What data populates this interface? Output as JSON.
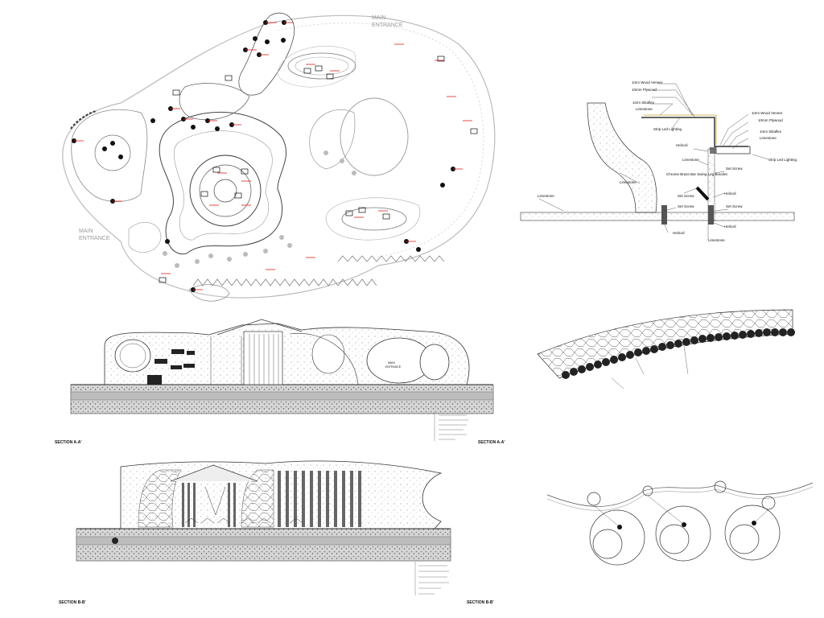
{
  "site_plan": {
    "main_entrance_top": [
      "MAIN",
      "ENTRANCE"
    ],
    "main_entrance_left": [
      "MAIN",
      "ENTRANCE"
    ]
  },
  "section_aa": {
    "title_left": "SECTION A-A'",
    "title_right": "SECTION A-A'",
    "main_entrance": [
      "MAIN",
      "ENTRANCE"
    ]
  },
  "section_bb": {
    "title_left": "SECTION B-B'",
    "title_right": "SECTION B-B'"
  },
  "detail_1": {
    "labels": {
      "veneer_left": "1mm Wood Veneer",
      "plywood_left": "10mm Plywood",
      "sikaflex_left": "1mm Sikaflex",
      "limestone_left": "Limestone",
      "strip_led_left": "Strip Led Lighting",
      "veneer_right": "1mm Wood Veneer",
      "plywood_right": "10mm Plywood",
      "sikaflex_right": "1mm Sikaflex",
      "limestone_right": "Limestone",
      "strip_led_right": "Strip Led Lighting",
      "helicoil_top": "Helicoil",
      "limestone_mid": "Limestone",
      "set_screw_right": "Set Screw",
      "bracket": "Chrome Brass Bar Swing Leg Bracket",
      "limestone_wall": "Limestone",
      "helicoil_mid": "Helicoil",
      "set_screw_mid": "Set Screw",
      "set_screw_low": "Set Screw",
      "limestone_floor": "Limestone",
      "helicoil_right": "Helicoil",
      "helicoil_bottom": "Helicoil",
      "limestone_bottom": "Limestone"
    }
  },
  "colors": {
    "line": "#222222",
    "faint_line": "#9a9a9a",
    "accent_red": "#e02020",
    "ground_fill": "#cfcfcf"
  }
}
